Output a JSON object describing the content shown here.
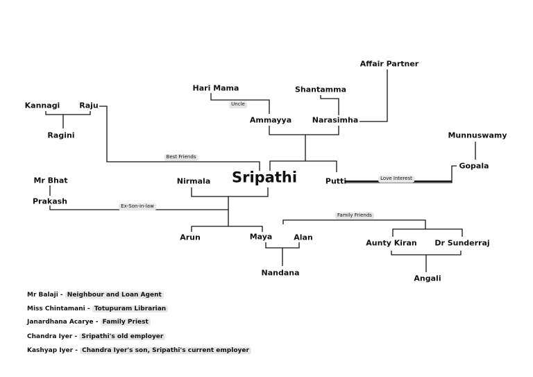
{
  "diagram": {
    "center": "Sripathi",
    "people": {
      "affair_partner": "Affair Partner",
      "hari_mama": "Hari Mama",
      "shantamma": "Shantamma",
      "kannagi": "Kannagi",
      "raju": "Raju",
      "ragini": "Ragini",
      "ammayya": "Ammayya",
      "narasimha": "Narasimha",
      "munnuswamy": "Munnuswamy",
      "gopala": "Gopala",
      "mr_bhat": "Mr Bhat",
      "nirmala": "Nirmala",
      "putti": "Putti",
      "prakash": "Prakash",
      "arun": "Arun",
      "maya": "Maya",
      "alan": "Alan",
      "aunty_kiran": "Aunty Kiran",
      "dr_sunderraj": "Dr Sunderraj",
      "nandana": "Nandana",
      "angali": "Angali"
    },
    "relations": {
      "uncle": "Uncle",
      "best_friends": "Best Friends",
      "love_interest": "Love Interest",
      "ex_son_in_law": "Ex-Son-in-law",
      "family_friends": "Family Friends"
    }
  },
  "legend": [
    {
      "name": "Mr Balaji  - ",
      "role": "Neighbour and Loan Agent"
    },
    {
      "name": "Miss Chintamani - ",
      "role": "Totupuram Librarian"
    },
    {
      "name": "Janardhana Acarye - ",
      "role": "Family Priest"
    },
    {
      "name": "Chandra Iyer - ",
      "role": "Sripathi's old employer"
    },
    {
      "name": "Kashyap Iyer - ",
      "role": "Chandra Iyer's son, Sripathi's current employer"
    }
  ]
}
